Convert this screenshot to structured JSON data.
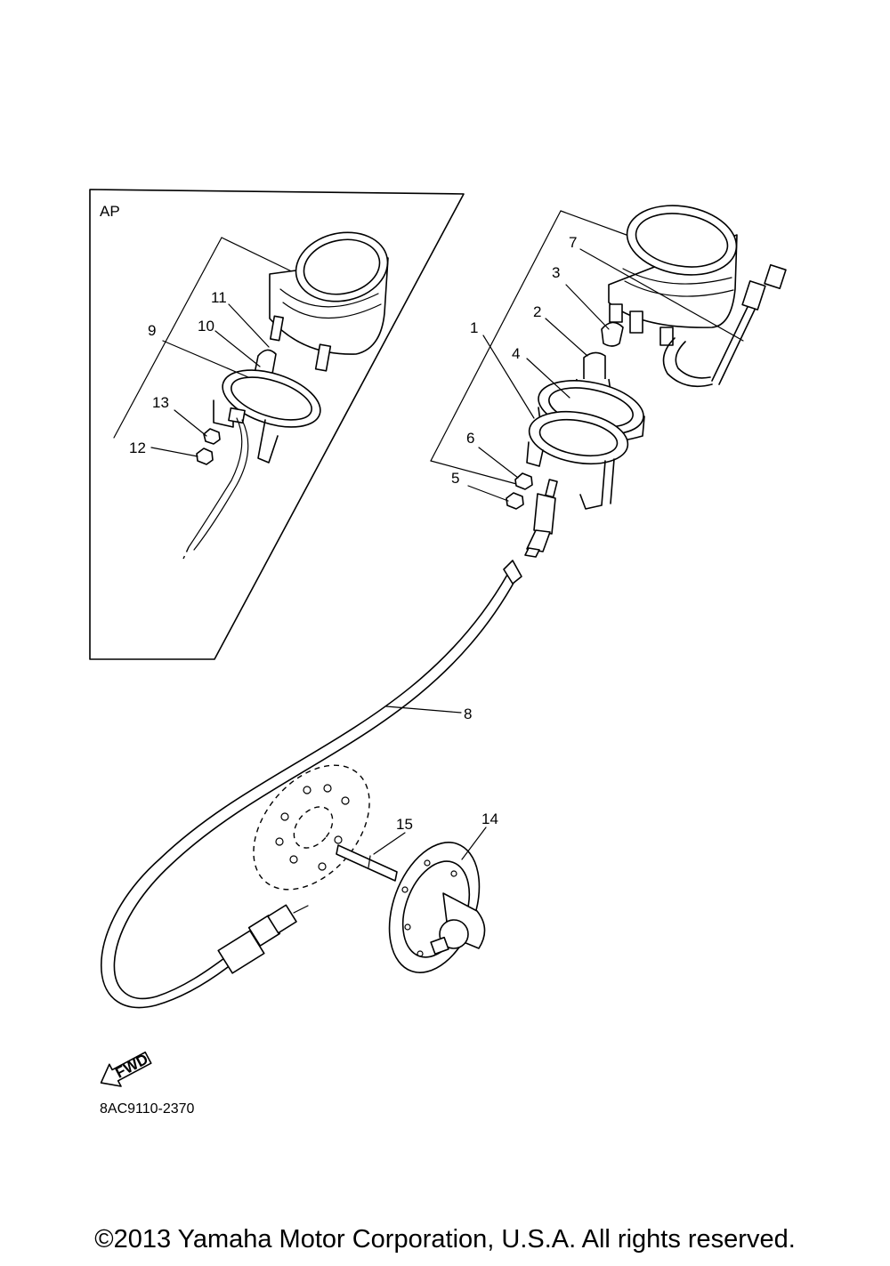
{
  "diagram": {
    "inset_label": "AP",
    "fwd_label": "FWD",
    "diagram_code": "8AC9110-2370",
    "callouts": [
      "1",
      "2",
      "3",
      "4",
      "5",
      "6",
      "7",
      "8",
      "9",
      "10",
      "11",
      "12",
      "13",
      "14",
      "15"
    ]
  },
  "footer": {
    "copyright": "©2013 Yamaha Motor Corporation, U.S.A. All rights reserved."
  }
}
